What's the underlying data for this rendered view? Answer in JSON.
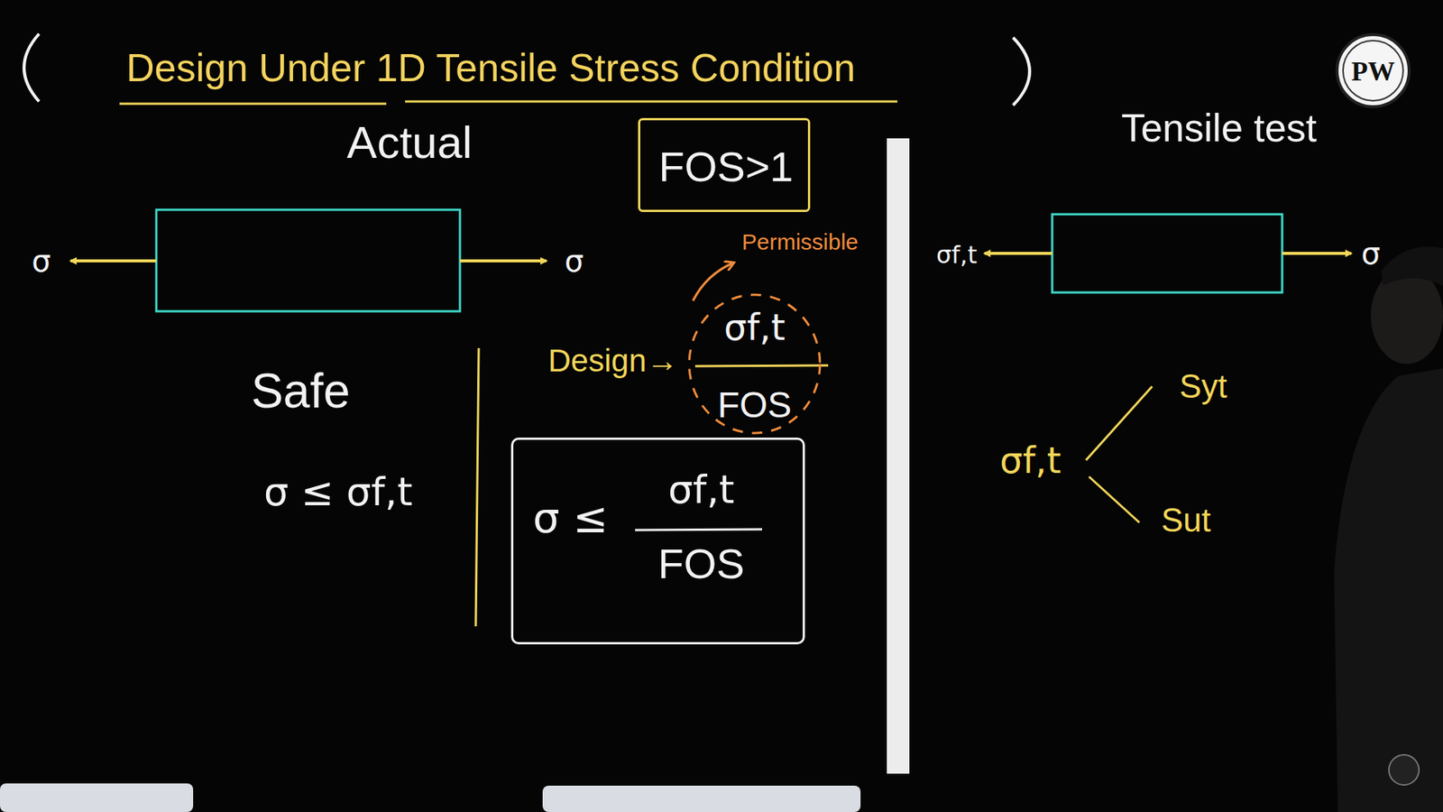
{
  "diagram": {
    "title": "Design Under 1D Tensile Stress Condition",
    "nodes": [
      {
        "text": [
          "FOS>1"
        ]
      },
      {
        "text": [
          "σf,t",
          "FOS"
        ]
      },
      {
        "text": [
          "σ ≤",
          "σf,t",
          "FOS"
        ]
      }
    ],
    "labels": [
      "Actual",
      "σ",
      "σ",
      "Permissible",
      "Design→",
      "Safe",
      "σ ≤ σf,t",
      "Tensile test",
      "σf,t",
      "σ",
      "σf,t",
      "Syt",
      "Sut",
      "PW"
    ]
  }
}
